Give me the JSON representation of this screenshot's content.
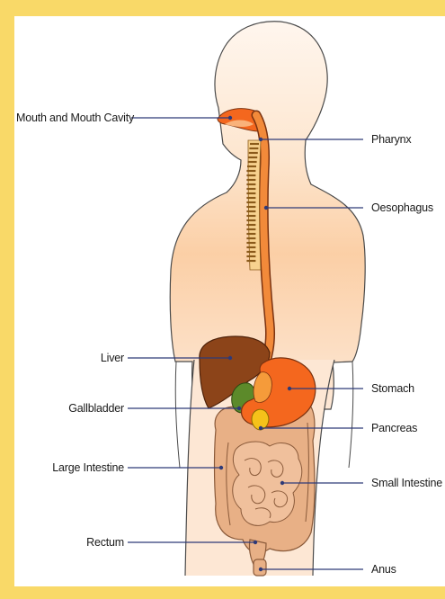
{
  "labels": {
    "mouth": "Mouth and Mouth Cavity",
    "pharynx": "Pharynx",
    "oesophagus": "Oesophagus",
    "liver": "Liver",
    "stomach": "Stomach",
    "gallbladder": "Gallbladder",
    "pancreas": "Pancreas",
    "large_intestine": "Large Intestine",
    "small_intestine": "Small Intestine",
    "rectum": "Rectum",
    "anus": "Anus"
  },
  "colors": {
    "border": "#f9d968",
    "background": "#ffffff",
    "body_skin": "#fbd2ae",
    "outline": "#4a4a4a",
    "leader_line": "#2e3a78",
    "liver": "#8c4419",
    "stomach": "#f4671e",
    "oesophagus": "#f28a3a",
    "gallbladder": "#5c8a2a",
    "pancreas": "#f5c21a",
    "intestine": "#e8b086"
  }
}
